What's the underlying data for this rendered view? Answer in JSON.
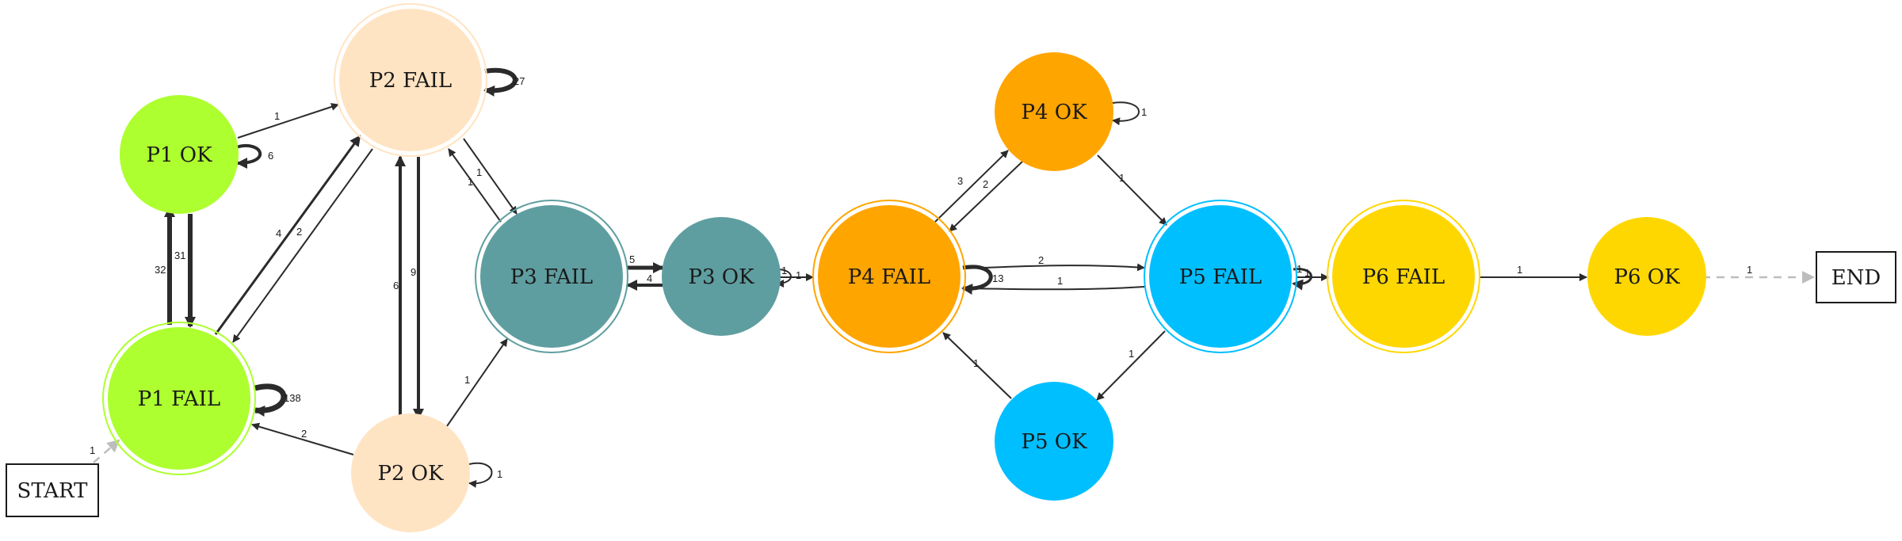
{
  "nodes": {
    "p1ok": {
      "label": "P1 OK",
      "color": "#adff2f",
      "accepting": false
    },
    "p1fail": {
      "label": "P1 FAIL",
      "color": "#adff2f",
      "accepting": true
    },
    "p2fail": {
      "label": "P2 FAIL",
      "color": "#ffe4c4",
      "accepting": true
    },
    "p2ok": {
      "label": "P2 OK",
      "color": "#ffe4c4",
      "accepting": false
    },
    "p3fail": {
      "label": "P3 FAIL",
      "color": "#5f9ea0",
      "accepting": true
    },
    "p3ok": {
      "label": "P3 OK",
      "color": "#5f9ea0",
      "accepting": false
    },
    "p4fail": {
      "label": "P4 FAIL",
      "color": "#ffa500",
      "accepting": true
    },
    "p4ok": {
      "label": "P4 OK",
      "color": "#ffa500",
      "accepting": false
    },
    "p5fail": {
      "label": "P5 FAIL",
      "color": "#00bfff",
      "accepting": true
    },
    "p5ok": {
      "label": "P5 OK",
      "color": "#00bfff",
      "accepting": false
    },
    "p6fail": {
      "label": "P6 FAIL",
      "color": "#ffd700",
      "accepting": true
    },
    "p6ok": {
      "label": "P6 OK",
      "color": "#ffd700",
      "accepting": false
    },
    "start": {
      "label": "START"
    },
    "end": {
      "label": "END"
    }
  },
  "edges": [
    {
      "from": "p1ok",
      "to": "p2fail",
      "label": "1"
    },
    {
      "from": "p1ok",
      "to": "p1ok",
      "label": "6"
    },
    {
      "from": "p1ok",
      "to": "p1fail",
      "label": "31"
    },
    {
      "from": "p1fail",
      "to": "p1ok",
      "label": "32"
    },
    {
      "from": "p1fail",
      "to": "p2fail",
      "label": "4"
    },
    {
      "from": "p2fail",
      "to": "p1fail",
      "label": "2"
    },
    {
      "from": "p1fail",
      "to": "p1fail",
      "label": "138"
    },
    {
      "from": "start",
      "to": "p1fail",
      "label": "1"
    },
    {
      "from": "p2fail",
      "to": "p2fail",
      "label": "27"
    },
    {
      "from": "p2fail",
      "to": "p2ok",
      "label": "9"
    },
    {
      "from": "p2ok",
      "to": "p2fail",
      "label": "6"
    },
    {
      "from": "p2fail",
      "to": "p3fail",
      "label": "1"
    },
    {
      "from": "p3fail",
      "to": "p2fail",
      "label": "1"
    },
    {
      "from": "p2ok",
      "to": "p1fail",
      "label": "2"
    },
    {
      "from": "p2ok",
      "to": "p2ok",
      "label": "1"
    },
    {
      "from": "p2ok",
      "to": "p3fail",
      "label": "1"
    },
    {
      "from": "p3fail",
      "to": "p3ok",
      "label": "5"
    },
    {
      "from": "p3ok",
      "to": "p3fail",
      "label": "4"
    },
    {
      "from": "p3ok",
      "to": "p3ok",
      "label": "1"
    },
    {
      "from": "p3ok",
      "to": "p4fail",
      "label": "1"
    },
    {
      "from": "p4fail",
      "to": "p4fail",
      "label": "13"
    },
    {
      "from": "p4fail",
      "to": "p4ok",
      "label": "3"
    },
    {
      "from": "p4ok",
      "to": "p4fail",
      "label": "2"
    },
    {
      "from": "p4ok",
      "to": "p4ok",
      "label": "1"
    },
    {
      "from": "p4ok",
      "to": "p5fail",
      "label": "1"
    },
    {
      "from": "p4fail",
      "to": "p5fail",
      "label": "2"
    },
    {
      "from": "p5fail",
      "to": "p4fail",
      "label": "1"
    },
    {
      "from": "p5fail",
      "to": "p5ok",
      "label": "1"
    },
    {
      "from": "p5ok",
      "to": "p4fail",
      "label": "1"
    },
    {
      "from": "p5fail",
      "to": "p5fail",
      "label": "1"
    },
    {
      "from": "p5fail",
      "to": "p6fail",
      "label": "1"
    },
    {
      "from": "p6fail",
      "to": "p6ok",
      "label": "1"
    },
    {
      "from": "p6ok",
      "to": "end",
      "label": "1"
    }
  ]
}
